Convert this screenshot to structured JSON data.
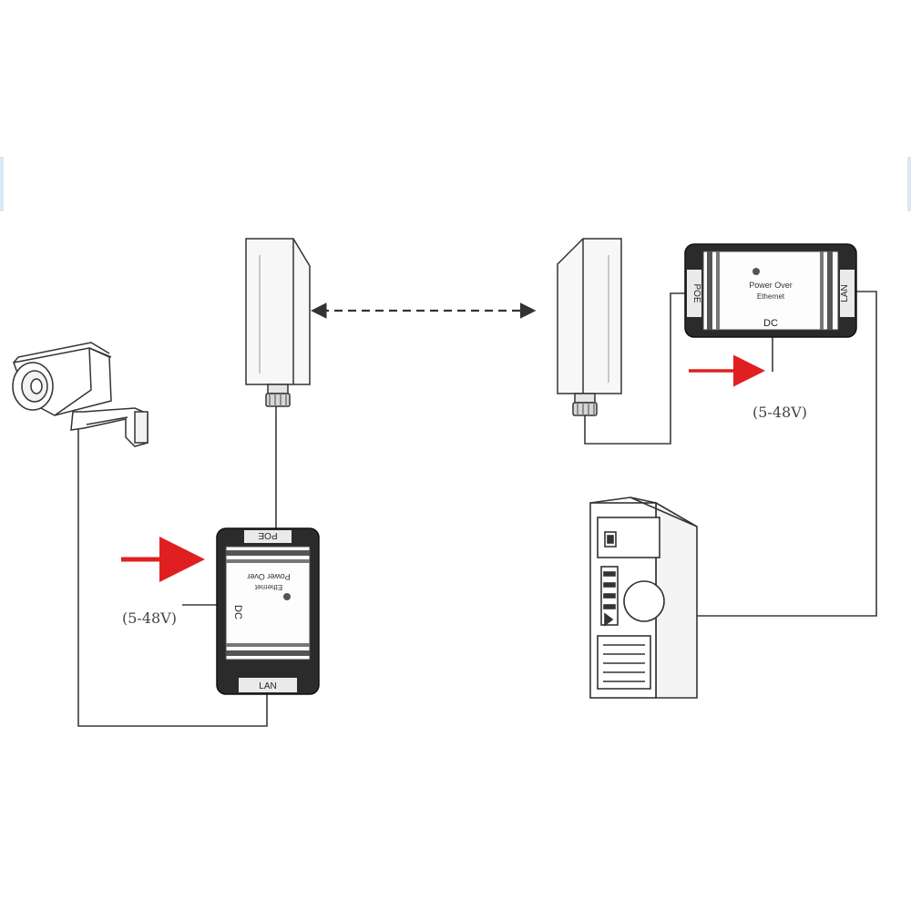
{
  "poe_left": {
    "top_port": "POE",
    "bottom_port": "LAN",
    "side_port": "DC",
    "caption_line1": "Power Over",
    "caption_line2": "Ethernet",
    "voltage": "(5-48V)"
  },
  "poe_right": {
    "left_port": "POE",
    "right_port": "LAN",
    "bottom_port": "DC",
    "caption_line1": "Power Over",
    "caption_line2": "Ethernet",
    "voltage": "(5-48V)"
  },
  "colors": {
    "line": "#3a3a3a",
    "arrow": "#e02020",
    "edge_mark": "#d8e8f4"
  },
  "icons": [
    "cctv-camera-icon",
    "antenna-icon",
    "poe-injector-icon",
    "desktop-pc-icon",
    "power-arrow-icon"
  ]
}
